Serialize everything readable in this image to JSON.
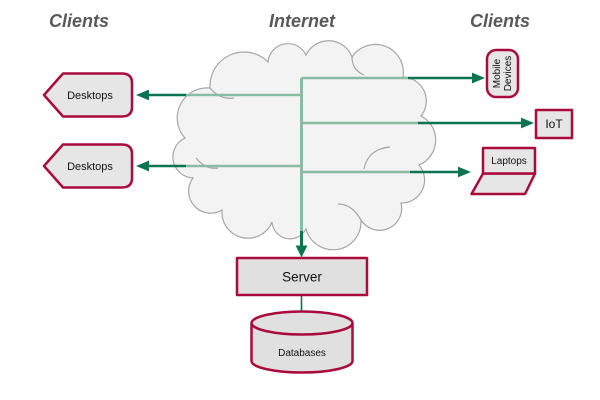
{
  "diagram": {
    "titles": {
      "clients_left": "Clients",
      "internet": "Internet",
      "clients_right": "Clients"
    },
    "nodes": {
      "desktops_top": "Desktops",
      "desktops_bottom": "Desktops",
      "mobile_devices_line1": "Mobile",
      "mobile_devices_line2": "Devices",
      "iot": "IoT",
      "laptops": "Laptops",
      "server": "Server",
      "databases": "Databases"
    },
    "colors": {
      "shape_border": "#a90c3c",
      "connector": "#0c7450",
      "connector_inside_cloud": "#8abca4",
      "cloud_fill": "#f3f3f3",
      "cloud_stroke": "#a6a6a6",
      "shape_fill": "#e6e6e6",
      "title_text": "#595959"
    }
  }
}
